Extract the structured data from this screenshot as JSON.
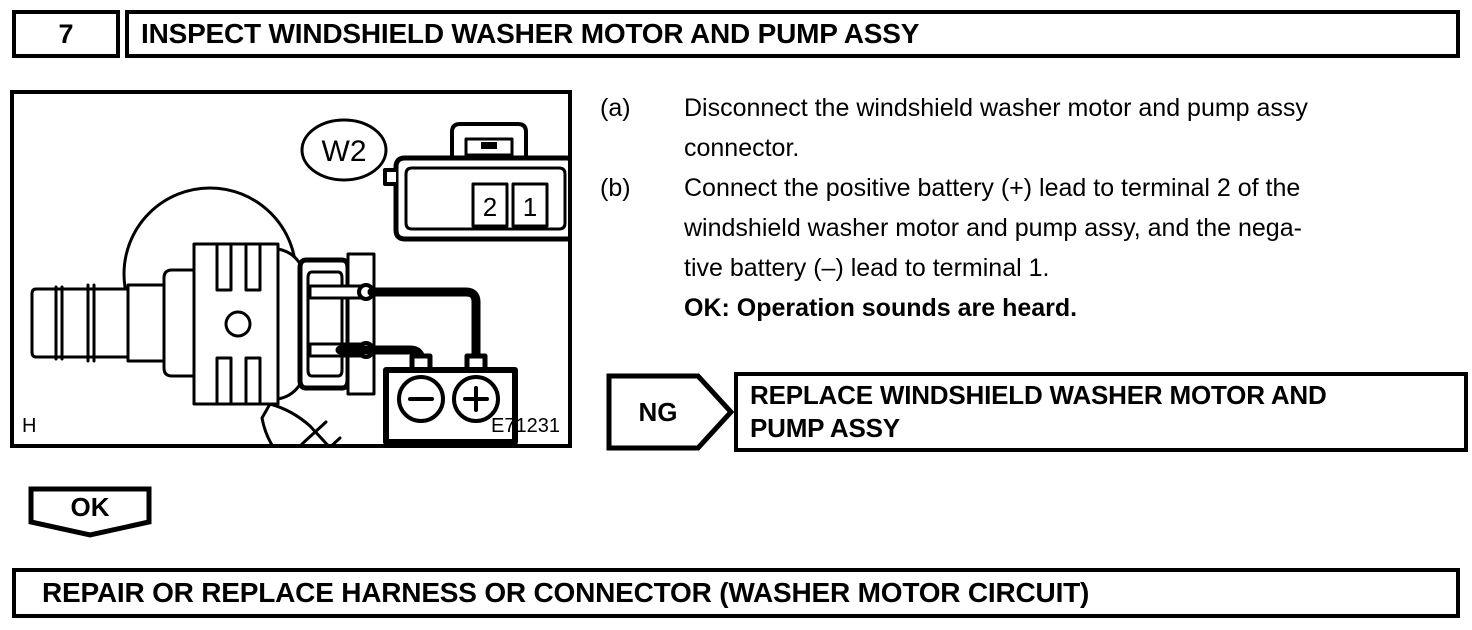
{
  "step": {
    "number": "7",
    "title": "INSPECT WINDSHIELD WASHER MOTOR AND PUMP ASSY"
  },
  "illustration": {
    "connector_callout": "W2",
    "connector_terminals": [
      "2",
      "1"
    ],
    "battery_negative_symbol": "–",
    "battery_positive_symbol": "+",
    "corner_mark": "H",
    "figure_code": "E71231"
  },
  "instructions": [
    {
      "marker": "(a)",
      "lines": [
        "Disconnect the windshield washer motor and pump assy",
        "connector."
      ]
    },
    {
      "marker": "(b)",
      "lines": [
        "Connect the positive battery (+) lead to terminal 2 of the",
        "windshield washer motor and pump assy, and the nega-",
        "tive battery (–) lead to terminal 1."
      ],
      "ok_note": "OK: Operation sounds are heard."
    }
  ],
  "ng_result": {
    "label": "NG",
    "action_lines": [
      "REPLACE WINDSHIELD WASHER MOTOR AND",
      "PUMP ASSY"
    ]
  },
  "ok_result": {
    "label": "OK"
  },
  "final_action": {
    "text": "REPAIR OR REPLACE HARNESS OR CONNECTOR (WASHER MOTOR CIRCUIT)"
  },
  "colors": {
    "ink": "#000000",
    "paper": "#ffffff"
  }
}
